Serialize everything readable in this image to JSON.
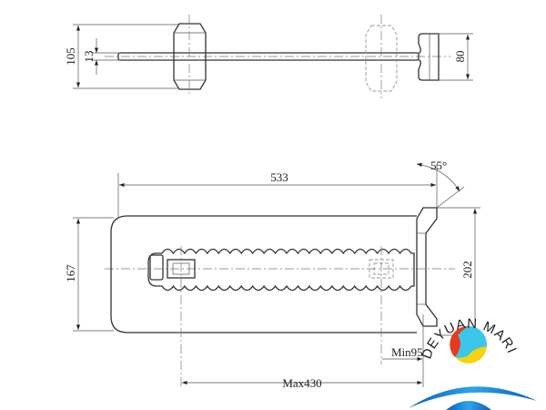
{
  "dimensions": {
    "top_height": "105",
    "rod_diameter": "13",
    "head_height": "80",
    "overall_length": "533",
    "angle": "55°",
    "body_width": "167",
    "end_width": "202",
    "min_travel": "Min95",
    "max_travel": "Max430"
  },
  "logo": {
    "text": "DEYUAN MARINE"
  },
  "colors": {
    "logo_blue": "#1a7fd4",
    "logo_red": "#e53a1e",
    "logo_yellow": "#f5d312",
    "logo_cyan": "#3cc6ea"
  }
}
